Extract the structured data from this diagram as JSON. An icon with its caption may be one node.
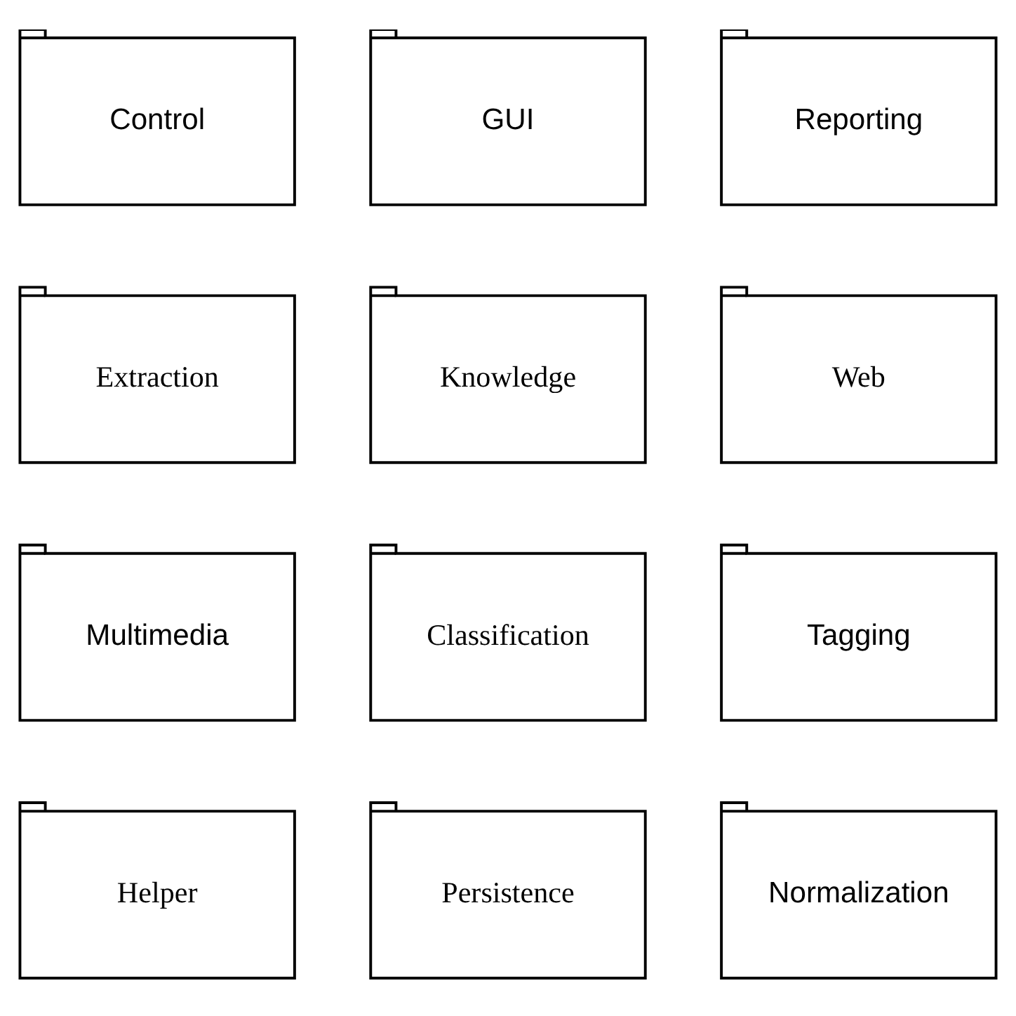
{
  "diagram": {
    "nodes": [
      {
        "text": [
          "Control"
        ]
      },
      {
        "text": [
          "GUI"
        ]
      },
      {
        "text": [
          "Reporting"
        ]
      },
      {
        "text": [
          "Extraction"
        ]
      },
      {
        "text": [
          "Knowledge"
        ]
      },
      {
        "text": [
          "Web"
        ]
      },
      {
        "text": [
          "Multimedia"
        ]
      },
      {
        "text": [
          "Classification"
        ]
      },
      {
        "text": [
          "Tagging"
        ]
      },
      {
        "text": [
          "Helper"
        ]
      },
      {
        "text": [
          "Persistence"
        ]
      },
      {
        "text": [
          "Normalization"
        ]
      }
    ],
    "edges": []
  }
}
